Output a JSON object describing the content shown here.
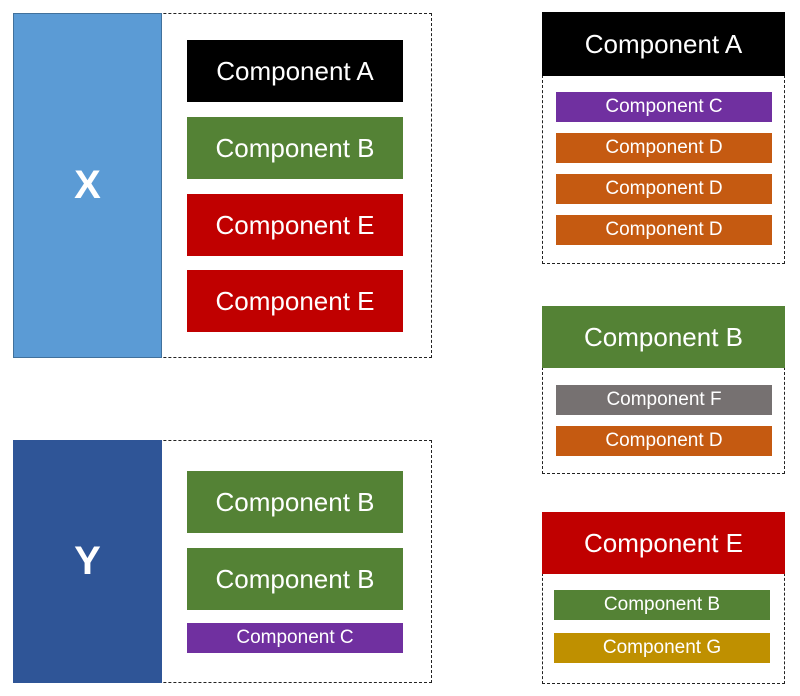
{
  "colors": {
    "black": "#000000",
    "green": "#548235",
    "red": "#c00000",
    "purple": "#7030a0",
    "orange": "#c55a11",
    "gray": "#767171",
    "gold": "#bf9000",
    "x_blue": "#5b9bd5",
    "y_blue": "#2f5597"
  },
  "left": {
    "x_label": "X",
    "x_components": [
      "Component A",
      "Component B",
      "Component E",
      "Component E"
    ],
    "y_label": "Y",
    "y_components": [
      "Component B",
      "Component B",
      "Component C"
    ]
  },
  "right": {
    "a": {
      "header": "Component A",
      "children": [
        "Component C",
        "Component D",
        "Component D",
        "Component D"
      ]
    },
    "b": {
      "header": "Component B",
      "children": [
        "Component F",
        "Component D"
      ]
    },
    "e": {
      "header": "Component E",
      "children": [
        "Component B",
        "Component G"
      ]
    }
  }
}
